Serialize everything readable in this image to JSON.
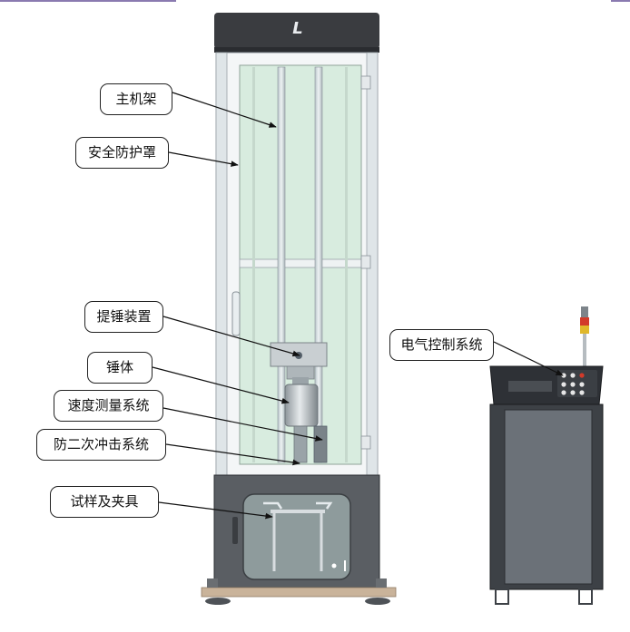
{
  "labels": {
    "main_frame": "主机架",
    "safety_cover": "安全防护罩",
    "hammer_lift": "提锤装置",
    "hammer_body": "锤体",
    "speed_measure": "速度测量系统",
    "anti_rebound": "防二次冲击系统",
    "specimen_fixture": "试样及夹具",
    "electrical_control": "电气控制系统"
  },
  "logo_text": "L",
  "colors": {
    "frame_top": "#3a3c40",
    "glass": "#d8ecdf",
    "cabinet_body": "#6b7178",
    "cabinet_top": "#2e3136",
    "base_plate": "#c9b39a",
    "lamp_red": "#d23a2a",
    "lamp_yellow": "#e0b82a"
  }
}
